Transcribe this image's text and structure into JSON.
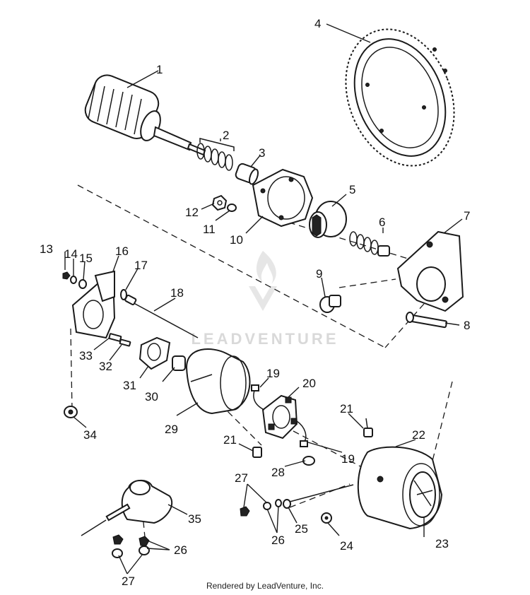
{
  "watermark": "LEADVENTURE",
  "footer": "Rendered by LeadVenture, Inc.",
  "callouts": [
    "1",
    "2",
    "3",
    "4",
    "5",
    "6",
    "7",
    "8",
    "9",
    "10",
    "11",
    "12",
    "13",
    "14",
    "15",
    "16",
    "17",
    "18",
    "19",
    "19",
    "20",
    "21",
    "21",
    "22",
    "23",
    "24",
    "25",
    "26",
    "26",
    "27",
    "27",
    "28",
    "29",
    "30",
    "31",
    "32",
    "33",
    "34",
    "35"
  ]
}
